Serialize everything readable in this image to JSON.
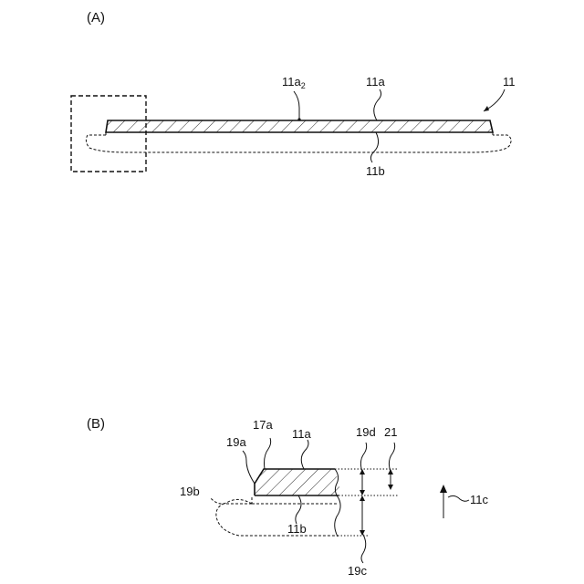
{
  "panel_a": {
    "label": "(A)",
    "wafer_ref": "11",
    "top_surface_ref": "11a",
    "notch_ref_main": "11a",
    "notch_ref_sub": "2",
    "bottom_surface_ref": "11b"
  },
  "panel_b": {
    "label": "(B)",
    "edge_ref": "17a",
    "top_surface_ref": "11a",
    "chamfer_ref": "19a",
    "removed_region_ref": "19b",
    "bottom_surface_ref": "11b",
    "thickness_ref_upper": "19d",
    "thickness_ref_lower": "19c",
    "step_ref": "21",
    "direction_ref": "11c"
  },
  "colors": {
    "line": "#111111",
    "background": "#ffffff"
  }
}
